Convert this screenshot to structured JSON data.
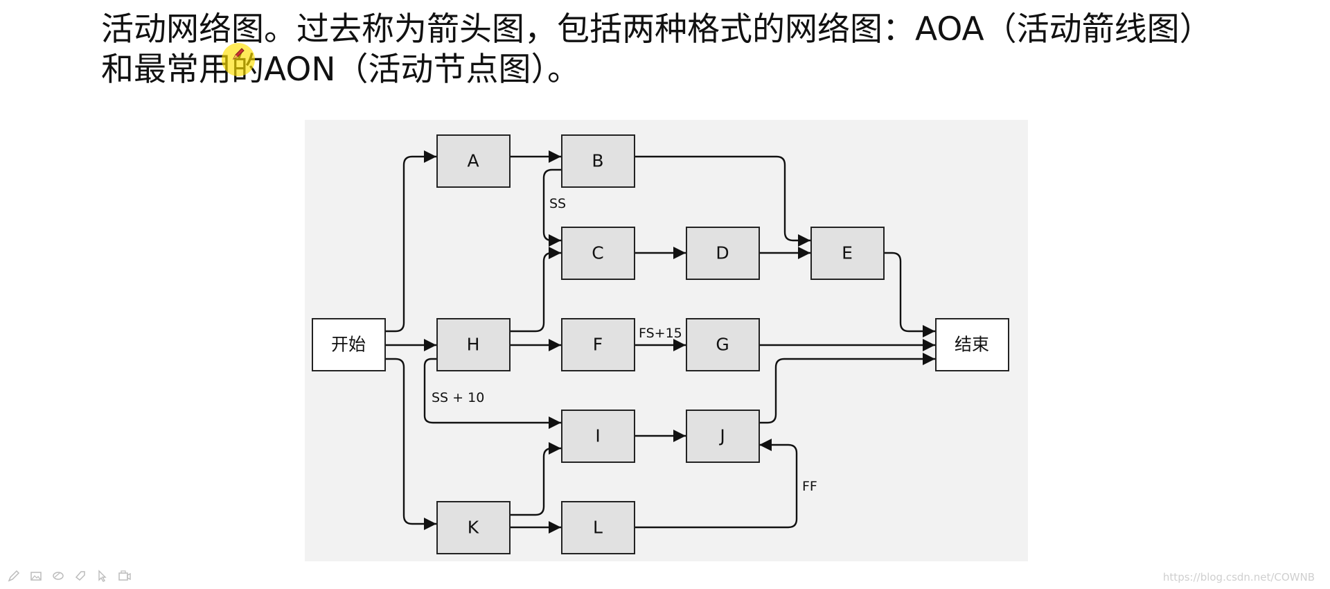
{
  "caption": {
    "line1": "活动网络图。过去称为箭头图，包括两种格式的网络图：AOA（活动箭线图）",
    "line2": "和最常用的AON（活动节点图）。"
  },
  "diagram": {
    "nodes": [
      {
        "id": "start",
        "label": "开始"
      },
      {
        "id": "A",
        "label": "A"
      },
      {
        "id": "B",
        "label": "B"
      },
      {
        "id": "C",
        "label": "C"
      },
      {
        "id": "D",
        "label": "D"
      },
      {
        "id": "E",
        "label": "E"
      },
      {
        "id": "H",
        "label": "H"
      },
      {
        "id": "F",
        "label": "F"
      },
      {
        "id": "G",
        "label": "G"
      },
      {
        "id": "I",
        "label": "I"
      },
      {
        "id": "J",
        "label": "J"
      },
      {
        "id": "K",
        "label": "K"
      },
      {
        "id": "L",
        "label": "L"
      },
      {
        "id": "end",
        "label": "结束"
      }
    ],
    "edges": [
      {
        "from": "start",
        "to": "A"
      },
      {
        "from": "start",
        "to": "H"
      },
      {
        "from": "start",
        "to": "K"
      },
      {
        "from": "A",
        "to": "B"
      },
      {
        "from": "B",
        "to": "C",
        "label": "SS"
      },
      {
        "from": "B",
        "to": "E"
      },
      {
        "from": "H",
        "to": "C"
      },
      {
        "from": "C",
        "to": "D"
      },
      {
        "from": "D",
        "to": "E"
      },
      {
        "from": "E",
        "to": "end"
      },
      {
        "from": "H",
        "to": "F"
      },
      {
        "from": "F",
        "to": "G",
        "label": "FS+15"
      },
      {
        "from": "G",
        "to": "end"
      },
      {
        "from": "H",
        "to": "I",
        "label": "SS + 10"
      },
      {
        "from": "I",
        "to": "J"
      },
      {
        "from": "J",
        "to": "end"
      },
      {
        "from": "K",
        "to": "I"
      },
      {
        "from": "K",
        "to": "L"
      },
      {
        "from": "L",
        "to": "J",
        "label": "FF"
      }
    ]
  },
  "toolbar": {
    "icons": [
      "pencil-icon",
      "image-icon",
      "eraser-icon",
      "tag-icon",
      "pointer-icon",
      "camera-icon"
    ]
  },
  "watermark": "https://blog.csdn.net/COWNB"
}
